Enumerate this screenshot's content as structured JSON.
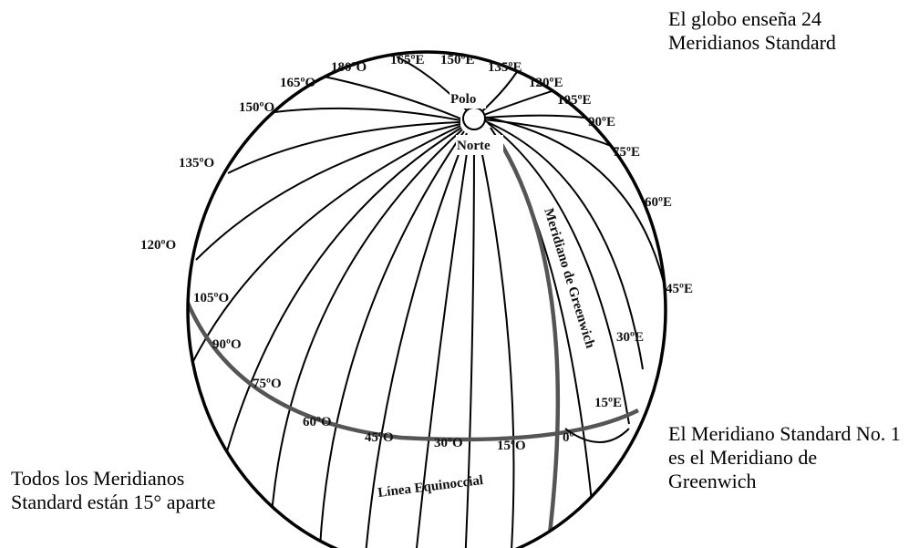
{
  "notes": {
    "top": "El globo enseña 24 Meridianos Standard",
    "right": "El  Meridiano Standard No. 1 es el Meridiano de Greenwich",
    "left": "Todos los Meridianos Standard están 15° aparte"
  },
  "globe": {
    "pole_top_label": "Polo",
    "pole_bottom_label": "Norte",
    "greenwich_label": "Meridiano de Greenwich",
    "equator_label": "Línea Equinoccial",
    "meridian_labels": {
      "m180O": "180ºO",
      "m165E": "165ºE",
      "m150E": "150ºE",
      "m135E": "135ºE",
      "m120E": "120ºE",
      "m105E": "105ºE",
      "m90E": "90ºE",
      "m75E": "75ºE",
      "m60E": "60ºE",
      "m45E": "45ºE",
      "m30E": "30ºE",
      "m15E": "15ºE",
      "m0": "0º",
      "m15O": "15ºO",
      "m30O": "30ºO",
      "m45O": "45ºO",
      "m60O": "60ºO",
      "m75O": "75ºO",
      "m90O": "90ºO",
      "m105O": "105ºO",
      "m120O": "120ºO",
      "m135O": "135ºO",
      "m150O": "150ºO",
      "m165O": "165ºO"
    }
  }
}
